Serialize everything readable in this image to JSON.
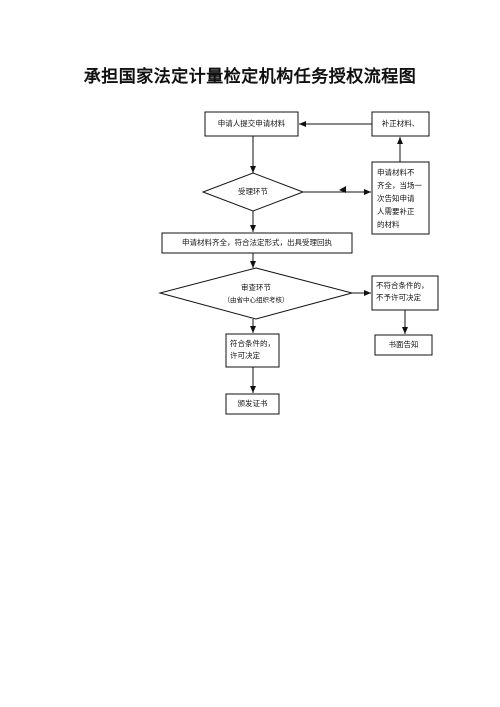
{
  "title": "承担国家法定计量检定机构任务授权流程图",
  "nodes": {
    "submit": "申请人提交申请材料",
    "supplement": "补正材料、",
    "notify_lines": [
      "申请材料不",
      "齐全，当场一",
      "次告知申请",
      "人需要补正",
      "的材料"
    ],
    "accept": "受理环节",
    "receipt": "申请材料齐全，符合法定形式，出具受理回执",
    "review": "审查环节",
    "review_sub": "（由省中心组织考核）",
    "fail_lines": [
      "不符合条件的，",
      "不予许可决定"
    ],
    "written_notice": "书面告知",
    "pass_lines": [
      "符合条件的，",
      "许可决定"
    ],
    "certificate": "颁发证书"
  }
}
